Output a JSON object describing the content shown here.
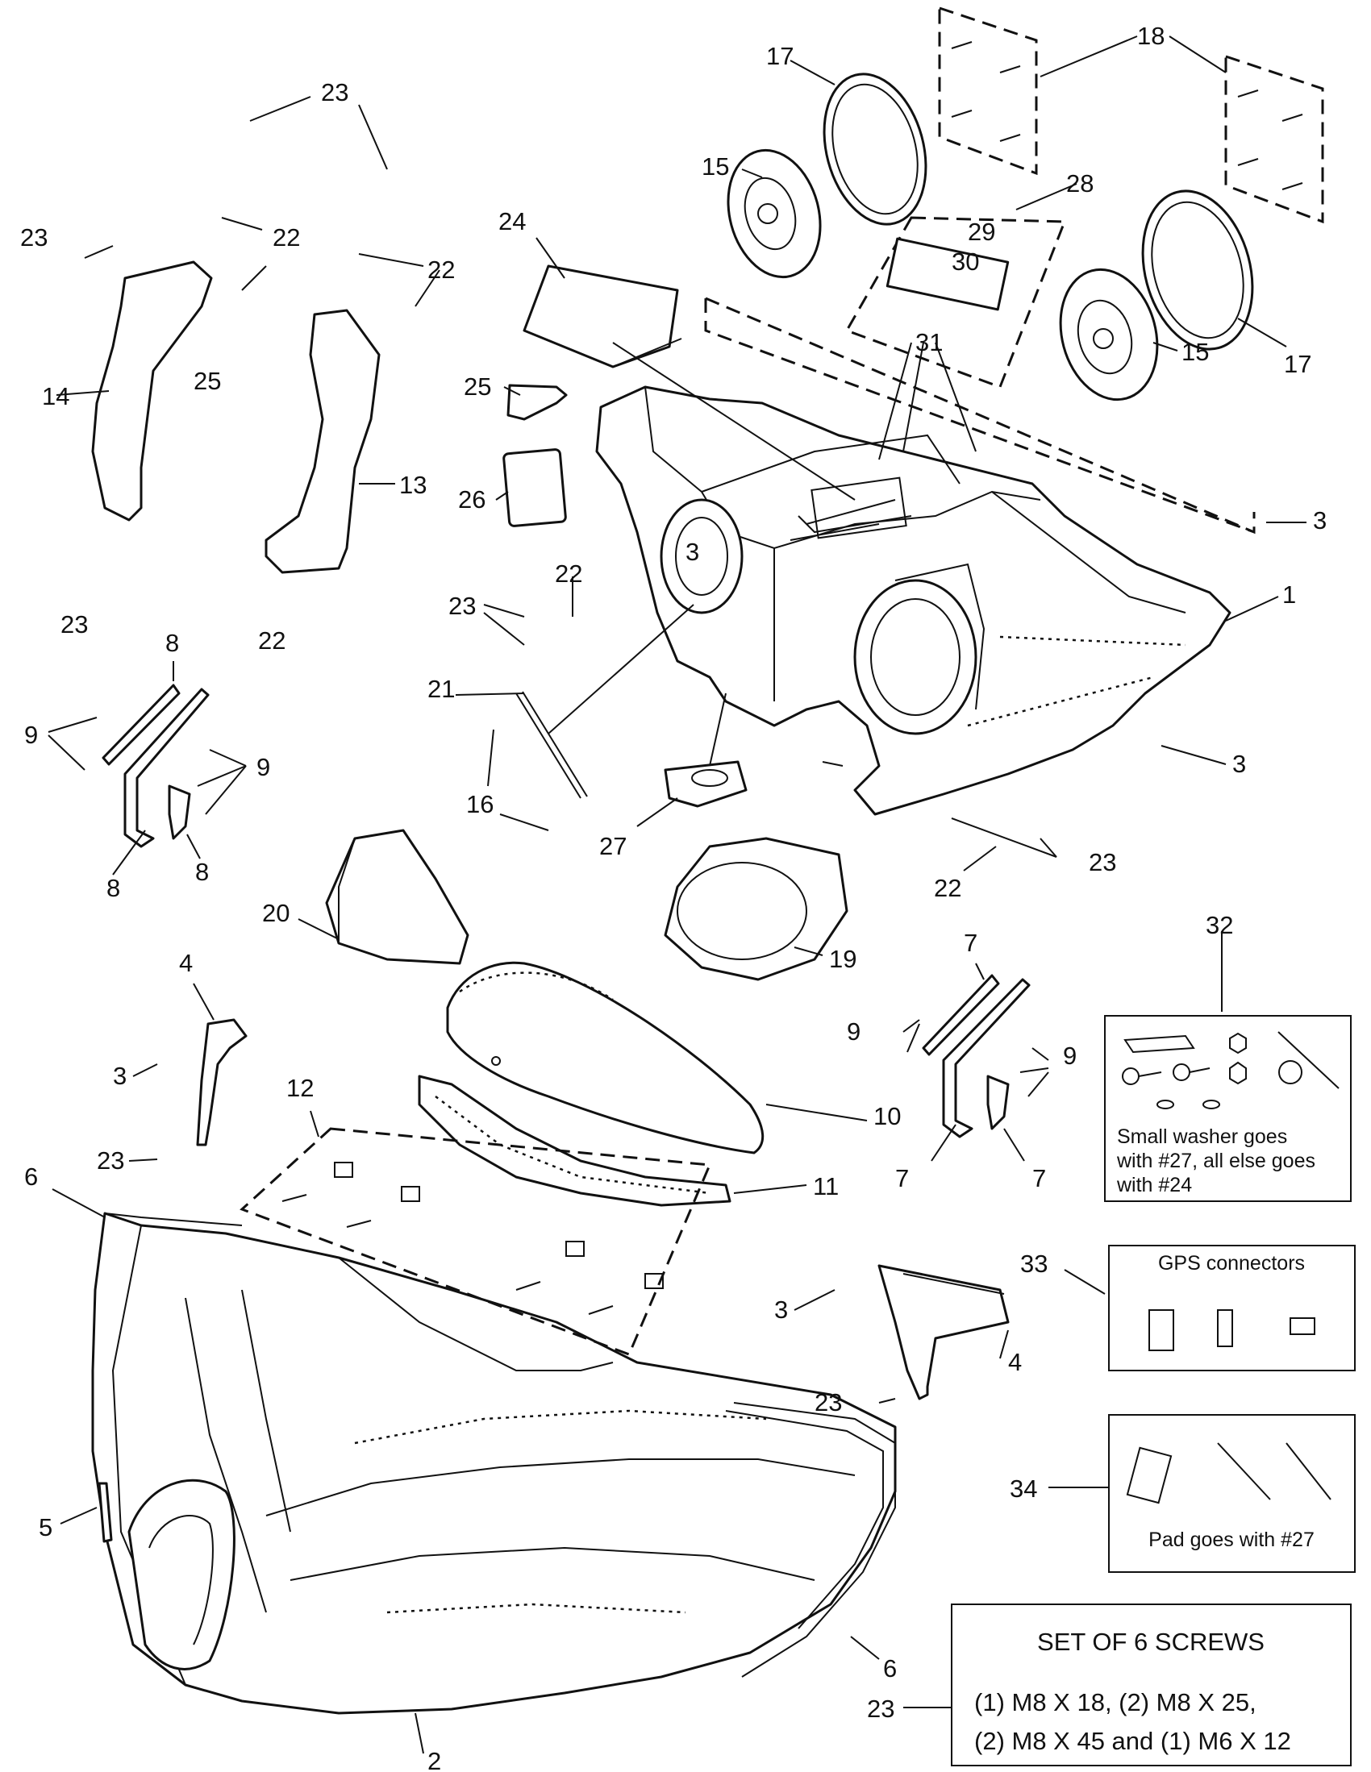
{
  "callouts": [
    {
      "id": "c23a",
      "text": "23"
    },
    {
      "id": "c23b",
      "text": "23"
    },
    {
      "id": "c22a",
      "text": "22"
    },
    {
      "id": "c22b",
      "text": "22"
    },
    {
      "id": "c25a",
      "text": "25"
    },
    {
      "id": "c14",
      "text": "14"
    },
    {
      "id": "c13",
      "text": "13"
    },
    {
      "id": "c23c",
      "text": "23"
    },
    {
      "id": "c22c",
      "text": "22"
    },
    {
      "id": "c17a",
      "text": "17"
    },
    {
      "id": "c18",
      "text": "18"
    },
    {
      "id": "c15a",
      "text": "15"
    },
    {
      "id": "c28",
      "text": "28"
    },
    {
      "id": "c29",
      "text": "29"
    },
    {
      "id": "c30",
      "text": "30"
    },
    {
      "id": "c24",
      "text": "24"
    },
    {
      "id": "c15b",
      "text": "15"
    },
    {
      "id": "c17b",
      "text": "17"
    },
    {
      "id": "c31",
      "text": "31"
    },
    {
      "id": "c25b",
      "text": "25"
    },
    {
      "id": "c26",
      "text": "26"
    },
    {
      "id": "c3a",
      "text": "3"
    },
    {
      "id": "c3b",
      "text": "3"
    },
    {
      "id": "c1",
      "text": "1"
    },
    {
      "id": "c22d",
      "text": "22"
    },
    {
      "id": "c23d",
      "text": "23"
    },
    {
      "id": "c8a",
      "text": "8"
    },
    {
      "id": "c9a",
      "text": "9"
    },
    {
      "id": "c9b",
      "text": "9"
    },
    {
      "id": "c8b",
      "text": "8"
    },
    {
      "id": "c8c",
      "text": "8"
    },
    {
      "id": "c21",
      "text": "21"
    },
    {
      "id": "c16",
      "text": "16"
    },
    {
      "id": "c3c",
      "text": "3"
    },
    {
      "id": "c27",
      "text": "27"
    },
    {
      "id": "c22e",
      "text": "22"
    },
    {
      "id": "c23e",
      "text": "23"
    },
    {
      "id": "c20",
      "text": "20"
    },
    {
      "id": "c19",
      "text": "19"
    },
    {
      "id": "c32",
      "text": "32"
    },
    {
      "id": "c4a",
      "text": "4"
    },
    {
      "id": "c3d",
      "text": "3"
    },
    {
      "id": "c23f",
      "text": "23"
    },
    {
      "id": "c12",
      "text": "12"
    },
    {
      "id": "c7a",
      "text": "7"
    },
    {
      "id": "c9c",
      "text": "9"
    },
    {
      "id": "c9d",
      "text": "9"
    },
    {
      "id": "c10",
      "text": "10"
    },
    {
      "id": "c7b",
      "text": "7"
    },
    {
      "id": "c7c",
      "text": "7"
    },
    {
      "id": "c6a",
      "text": "6"
    },
    {
      "id": "c11",
      "text": "11"
    },
    {
      "id": "c33",
      "text": "33"
    },
    {
      "id": "c3e",
      "text": "3"
    },
    {
      "id": "c4b",
      "text": "4"
    },
    {
      "id": "c23g",
      "text": "23"
    },
    {
      "id": "c34",
      "text": "34"
    },
    {
      "id": "c5",
      "text": "5"
    },
    {
      "id": "c6b",
      "text": "6"
    },
    {
      "id": "c23h",
      "text": "23"
    },
    {
      "id": "c2",
      "text": "2"
    }
  ],
  "box32": {
    "line1": "Small washer goes",
    "line2": "with #27, all else goes",
    "line3": "with #24"
  },
  "box33": {
    "title": "GPS connectors"
  },
  "box34": {
    "caption": "Pad goes with #27"
  },
  "box23": {
    "title": "SET OF 6 SCREWS",
    "line1": "(1) M8 X 18, (2) M8 X 25,",
    "line2": "(2) M8 X 45 and (1) M6 X 12"
  }
}
